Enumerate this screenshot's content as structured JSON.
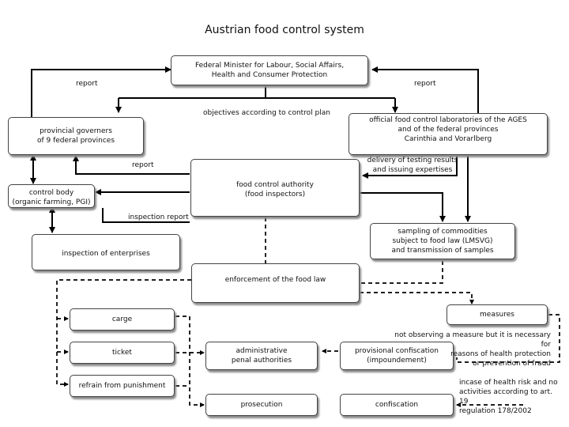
{
  "title": "Austrian food control system",
  "boxes": {
    "federal_minister": "Federal Minister for Labour, Social Affairs,\nHealth and  Consumer Protection",
    "provincial_governors": "provincial governers\nof 9 federal provinces",
    "laboratories": "official food control laboratories of the AGES\nand of the federal provinces\nCarinthia and Vorarlberg",
    "food_control_authority": "food control authority\n(food inspectors)",
    "control_body": "control body\n(organic farming, PGI)",
    "sampling": "sampling  of commodities\nsubject to food law (LMSVG)\nand transmission of samples",
    "inspection_of_enterprises": "inspection of enterprises",
    "enforcement": "enforcement of the food law",
    "carge": "carge",
    "ticket": "ticket",
    "refrain": "refrain from punishment",
    "administrative": "administrative\npenal authorities",
    "prosecution": "prosecution",
    "provisional": "provisional confiscation\n(impoundement)",
    "confiscation": "confiscation",
    "measures": "measures"
  },
  "labels": {
    "report_left": "report",
    "report_right": "report",
    "objectives": "objectives according to control plan",
    "report_mid": "report",
    "delivery": "delivery of testing results\nand  issuing expertises",
    "inspection_report": "inspection report",
    "not_observing": "not observing a measure but it is necessary for\nreasons of health protection\nor prevention of fraud",
    "health_risk": "incase of health risk and no\nactivities according to art. 19\nregulation 178/2002"
  }
}
